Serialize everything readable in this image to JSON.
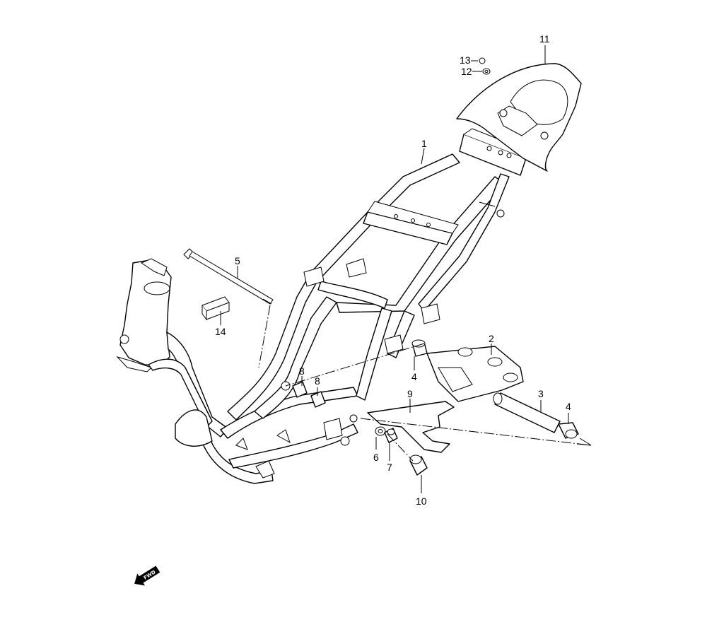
{
  "labels": {
    "p1": "1",
    "p2": "2",
    "p3": "3",
    "p4a": "4",
    "p4b": "4",
    "p5": "5",
    "p6": "6",
    "p7": "7",
    "p8a": "8",
    "p8b": "8",
    "p9": "9",
    "p10": "10",
    "p11": "11",
    "p12": "12",
    "p13": "13",
    "p14": "14"
  },
  "fwd_arrow": {
    "text": "FWD"
  }
}
